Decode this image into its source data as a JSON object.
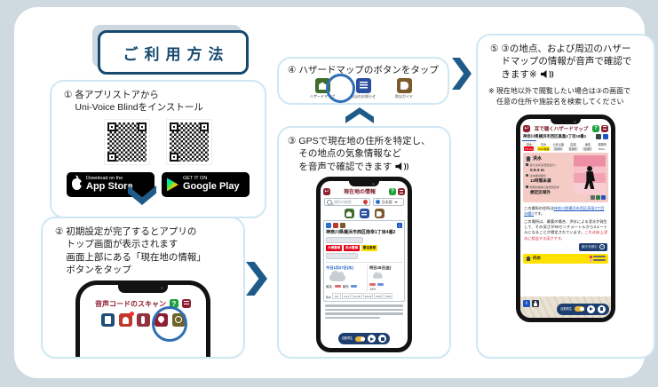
{
  "title": "ご利用方法",
  "step1": {
    "num": "①",
    "line1": "各アプリストアから",
    "line2": "Uni-Voice Blindをインストール",
    "appstore": {
      "top": "Download on the",
      "bottom": "App Store"
    },
    "googleplay": {
      "top": "GET IT ON",
      "bottom": "Google Play"
    }
  },
  "step2": {
    "num": "②",
    "line1": "初期設定が完了するとアプリの",
    "line2": "トップ画面が表示されます",
    "line3": "画面上部にある「現在地の情報」",
    "line4": "ボタンをタップ",
    "phone": {
      "scan_title": "音声コードのスキャン",
      "help": "?"
    }
  },
  "step3": {
    "num": "③",
    "line1": "GPSで現在地の住所を特定し、",
    "line2": "その地点の気象情報など",
    "line3": "を音声で確認できます"
  },
  "step4": {
    "num": "④",
    "text": "ハザードマップのボタンをタップ",
    "icon1": "ハザードマップ",
    "icon2": "防災のお知らせ",
    "icon3": "防災ガイド"
  },
  "step5": {
    "num": "⑤",
    "line1": "③の地点、および周辺のハザー",
    "line2": "ドマップの情報が音声で確認で",
    "line3": "きます※",
    "note1": "※ 現在地以外で閲覧したい場合は③の画面で",
    "note2": "任意の住所や施設名を検索してください"
  },
  "phone3": {
    "title": "現在地の情報",
    "help": "?",
    "search_placeholder": "場所の検索",
    "lang": "日本語",
    "address": "神奈川県横浜市西区南幸1丁目4番2",
    "alert1": "大雨警報",
    "alert2": "洪水警報",
    "alert3": "雷注意報",
    "today": "今日1月27日(木)",
    "tomorrow": "明日28日(金)",
    "high_label": "最高:",
    "low_label": "最低:",
    "precip_label": "降水",
    "h1": "0-6",
    "h2": "6-12",
    "h3": "12-18",
    "h4": "18-24",
    "v1": "-",
    "v2": "-",
    "v3": "20%",
    "v4": "20%",
    "tomorrow_precip": "10%",
    "autoplay": "自動再生"
  },
  "phone5": {
    "title": "耳で聴くハザードマップ",
    "help": "?",
    "address": "神奈川県横浜市西区高島2丁目18番1",
    "tab1": "洪水",
    "tab2": "内水",
    "tab3": "土砂災害",
    "tab4": "高潮",
    "tab5": "津波",
    "tab6": "避難所",
    "chip1": "0.5-3m",
    "chip2": "0.5m未満",
    "chip3": "区域外",
    "chip4": "区域外",
    "chip5": "区域外",
    "chip6": "500m~",
    "card_title": "洪水",
    "row1_label": "最大浸水深(想定最大)",
    "row1_value": "0.5-3 m",
    "row2_label": "浸水継続時間",
    "row2_value": "12時間未満",
    "row3_label": "家屋倒壊等氾濫想定区域",
    "row3_value": "想定区域外",
    "link_pre": "この場所の住所は",
    "link_address": "神奈川県横浜市西区高島2丁目18番1",
    "link_post": "です。",
    "para_black": "この場所は、最悪の場合、洪水による浸水が発生して、その深さが50センチメートルから3メートルになることが想定されています。",
    "para_red": "これは床上浸水に相当する深さです。",
    "more_button": "続きを読む",
    "yellow_title": "内水",
    "autoplay": "自動再生"
  }
}
